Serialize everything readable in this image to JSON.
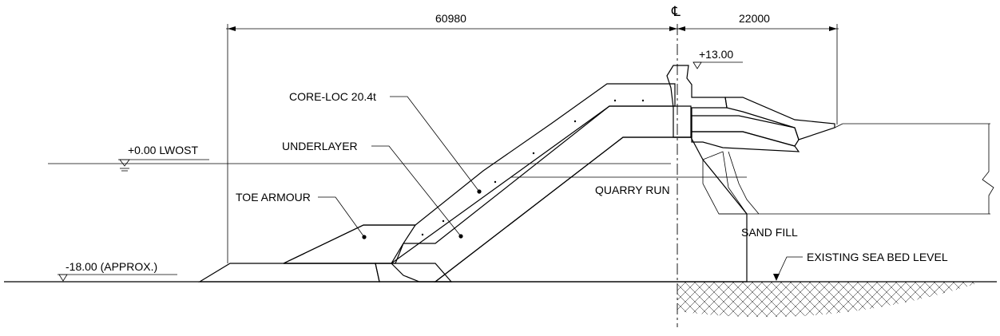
{
  "dimensions": {
    "left_width": "60980",
    "right_width": "22000"
  },
  "centerline_symbol": "℄",
  "levels": {
    "crest": "+13.00",
    "water": "+0.00 LWOST",
    "seabed": "-18.00 (APPROX.)"
  },
  "labels": {
    "core_loc": "CORE-LOC 20.4t",
    "underlayer": "UNDERLAYER",
    "toe_armour": "TOE ARMOUR",
    "quarry_run": "QUARRY RUN",
    "sand_fill": "SAND FILL",
    "existing_sea_bed": "EXISTING SEA BED LEVEL"
  }
}
